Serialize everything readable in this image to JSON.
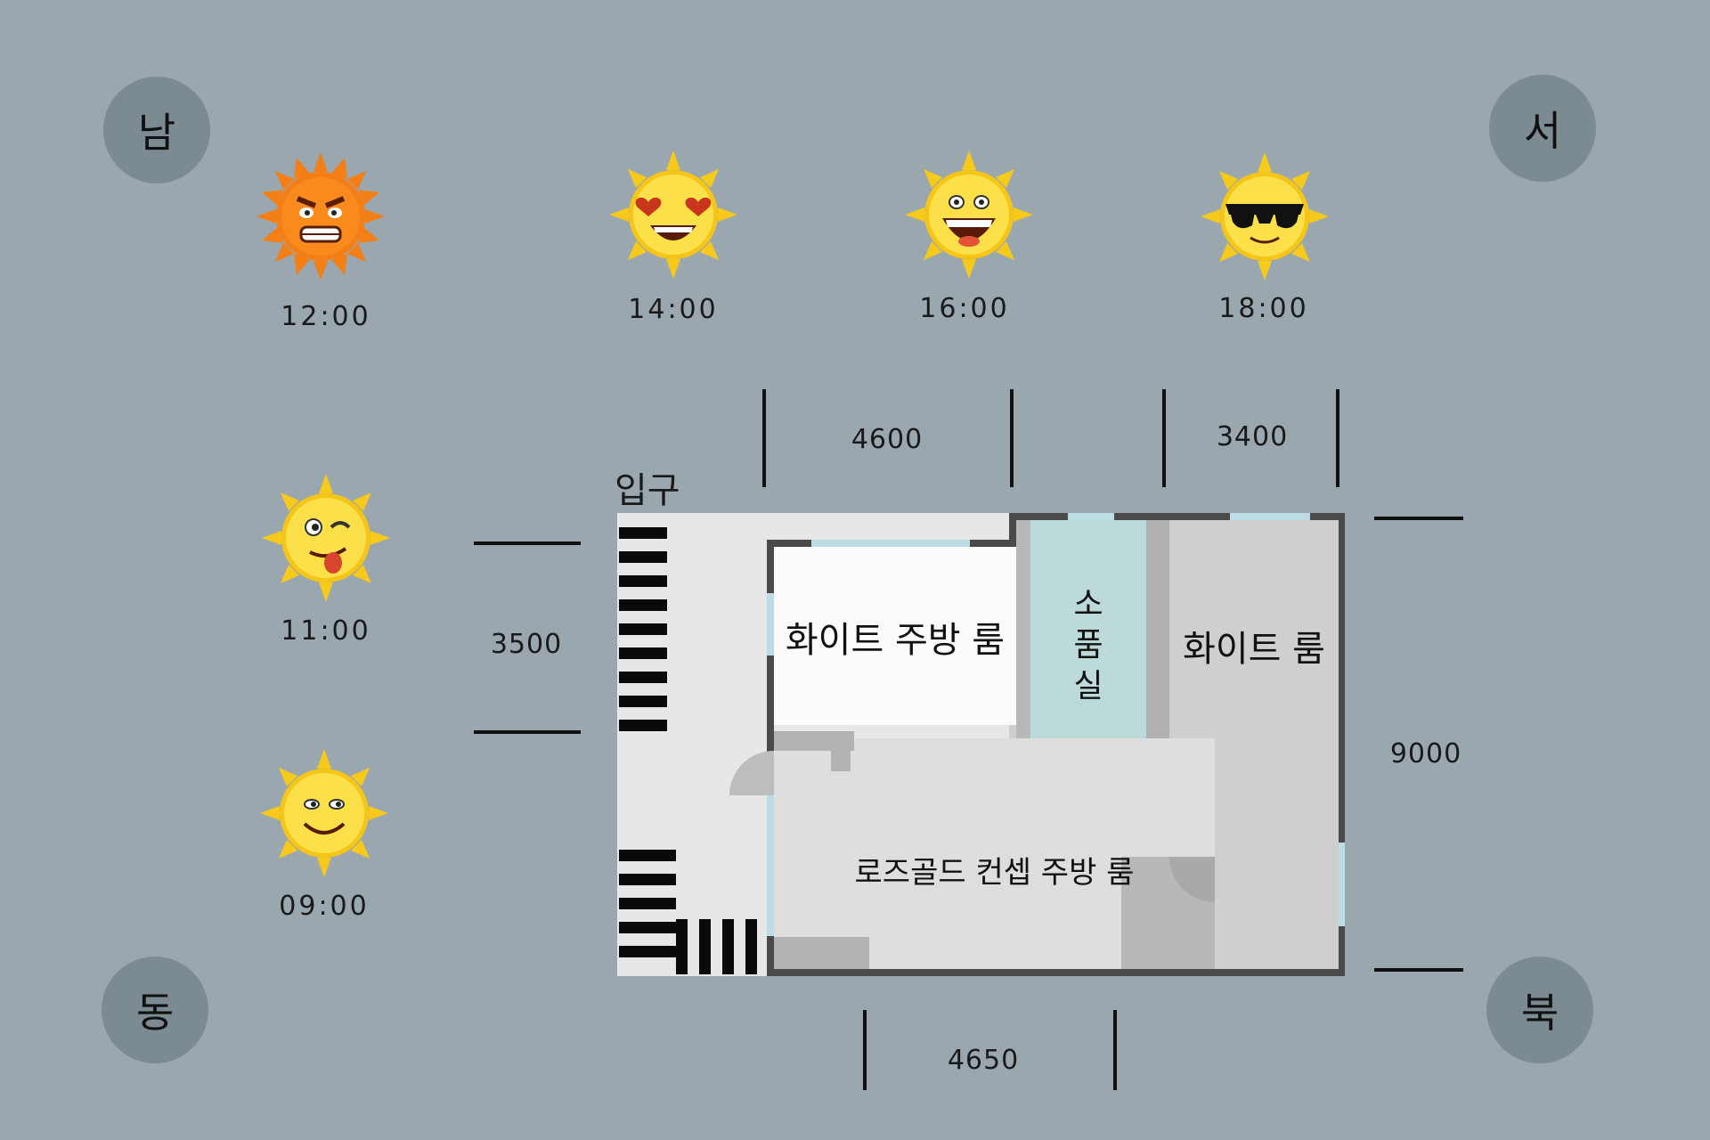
{
  "compass": {
    "south": "남",
    "west": "서",
    "east": "동",
    "north": "북"
  },
  "suns": [
    {
      "time": "12:00",
      "face": "angry-sun-icon",
      "color": "#f47f16"
    },
    {
      "time": "14:00",
      "face": "heart-eyes-sun-icon",
      "color": "#f7d21a"
    },
    {
      "time": "16:00",
      "face": "laughing-sun-icon",
      "color": "#f7d21a"
    },
    {
      "time": "18:00",
      "face": "sunglasses-sun-icon",
      "color": "#f7d21a"
    },
    {
      "time": "11:00",
      "face": "winking-tongue-sun-icon",
      "color": "#f7d21a"
    },
    {
      "time": "09:00",
      "face": "smiling-sun-icon",
      "color": "#f7d21a"
    }
  ],
  "dimensions": {
    "top_left": "4600",
    "top_right": "3400",
    "left": "3500",
    "right": "9000",
    "bottom": "4650"
  },
  "entrance_label": "입구",
  "rooms": {
    "white_kitchen": "화이트 주방 룸",
    "prop_room": "소품실",
    "white_room": "화이트 룸",
    "rosegold_kitchen": "로즈골드 컨셉 주방 룸"
  },
  "colors": {
    "background": "#9aa7ae",
    "compass": "#7c8a91",
    "prop_room": "#bcdad9",
    "wall": "#4a4a4a",
    "window": "#bcdce6"
  }
}
